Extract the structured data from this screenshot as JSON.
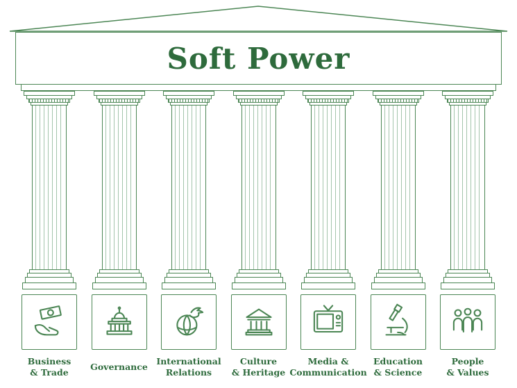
{
  "title": "Soft Power",
  "colors": {
    "line": "#4a8553",
    "text": "#2e6b3c",
    "flute": "#a3c4ab",
    "background": "#ffffff"
  },
  "pillars": [
    {
      "label": "Business\n& Trade",
      "icon": "money-hand-icon"
    },
    {
      "label": "Governance",
      "icon": "capitol-building-icon"
    },
    {
      "label": "International\nRelations",
      "icon": "globe-dove-icon"
    },
    {
      "label": "Culture\n& Heritage",
      "icon": "temple-icon"
    },
    {
      "label": "Media &\nCommunication",
      "icon": "television-icon"
    },
    {
      "label": "Education\n& Science",
      "icon": "microscope-icon"
    },
    {
      "label": "People\n& Values",
      "icon": "people-group-icon"
    }
  ]
}
